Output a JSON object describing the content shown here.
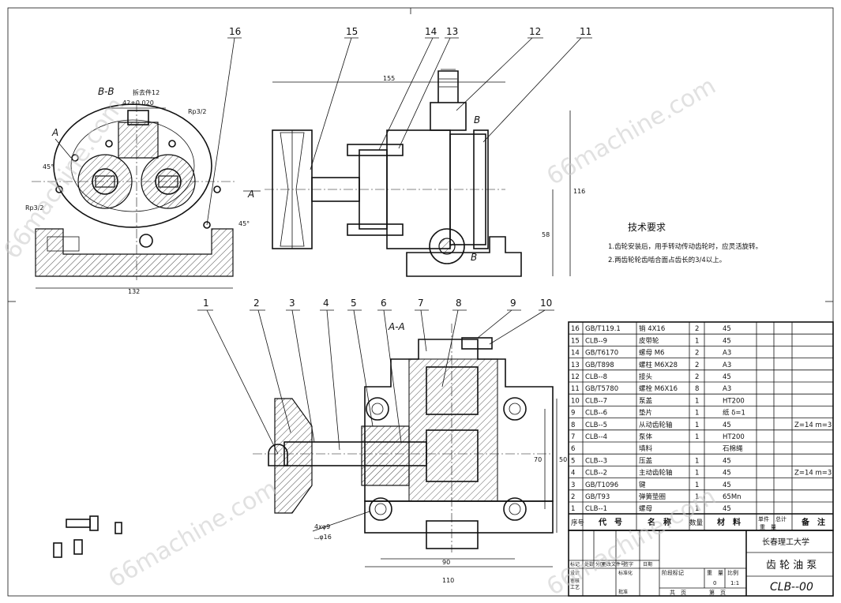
{
  "views": {
    "bb_title": "B-B",
    "bb_remove": "拆去件12",
    "aa_title": "A-A",
    "section_mark_a": "A",
    "section_mark_b": "B"
  },
  "dimensions": {
    "d42": "42±0.020",
    "d45a": "45°",
    "d45b": "45°",
    "d132": "132",
    "d155": "155",
    "d116": "116",
    "d58": "58",
    "d70": "70",
    "d50": "50",
    "d90": "90",
    "d110": "110",
    "holes": "4xφ9",
    "counterbore": "⌴φ16",
    "rp_a": "Rp3/2",
    "rp_b": "Rp3/2"
  },
  "balloons": {
    "b1": "1",
    "b2": "2",
    "b3": "3",
    "b4": "4",
    "b5": "5",
    "b6": "6",
    "b7": "7",
    "b8": "8",
    "b9": "9",
    "b10": "10",
    "b11": "11",
    "b12": "12",
    "b13": "13",
    "b14": "14",
    "b15": "15",
    "b16": "16"
  },
  "tech_req": {
    "title": "技术要求",
    "line1": "1.齿轮安装后，用手转动传动齿轮时，应灵活旋转。",
    "line2": "2.两齿轮轮齿啮合面占齿长的3/4以上。"
  },
  "bom_header": {
    "seq": "序号",
    "code": "代　号",
    "name": "名　称",
    "qty": "数量",
    "material": "材　料",
    "single": "单件",
    "total": "总计",
    "weight": "重　量",
    "remark": "备　注"
  },
  "bom": [
    {
      "no": "16",
      "code": "GB/T119.1",
      "name": "销 4X16",
      "qty": "2",
      "mat": "45",
      "note": ""
    },
    {
      "no": "15",
      "code": "CLB--9",
      "name": "皮带轮",
      "qty": "1",
      "mat": "45",
      "note": ""
    },
    {
      "no": "14",
      "code": "GB/T6170",
      "name": "螺母 M6",
      "qty": "2",
      "mat": "A3",
      "note": ""
    },
    {
      "no": "13",
      "code": "GB/T898",
      "name": "螺柱 M6X28",
      "qty": "2",
      "mat": "A3",
      "note": ""
    },
    {
      "no": "12",
      "code": "CLB--8",
      "name": "接头",
      "qty": "2",
      "mat": "45",
      "note": ""
    },
    {
      "no": "11",
      "code": "GB/T5780",
      "name": "螺栓 M6X16",
      "qty": "8",
      "mat": "A3",
      "note": ""
    },
    {
      "no": "10",
      "code": "CLB--7",
      "name": "泵盖",
      "qty": "1",
      "mat": "HT200",
      "note": ""
    },
    {
      "no": "9",
      "code": "CLB--6",
      "name": "垫片",
      "qty": "1",
      "mat": "纸 δ=1",
      "note": ""
    },
    {
      "no": "8",
      "code": "CLB--5",
      "name": "从动齿轮轴",
      "qty": "1",
      "mat": "45",
      "note": "Z=14 m=3"
    },
    {
      "no": "7",
      "code": "CLB--4",
      "name": "泵体",
      "qty": "1",
      "mat": "HT200",
      "note": ""
    },
    {
      "no": "6",
      "code": "",
      "name": "填料",
      "qty": "",
      "mat": "石棉绳",
      "note": ""
    },
    {
      "no": "5",
      "code": "CLB--3",
      "name": "压盖",
      "qty": "1",
      "mat": "45",
      "note": ""
    },
    {
      "no": "4",
      "code": "CLB--2",
      "name": "主动齿轮轴",
      "qty": "1",
      "mat": "45",
      "note": "Z=14 m=3"
    },
    {
      "no": "3",
      "code": "GB/T1096",
      "name": "键",
      "qty": "1",
      "mat": "45",
      "note": ""
    },
    {
      "no": "2",
      "code": "GB/T93",
      "name": "弹簧垫圈",
      "qty": "1",
      "mat": "65Mn",
      "note": ""
    },
    {
      "no": "1",
      "code": "CLB--1",
      "name": "螺母",
      "qty": "1",
      "mat": "45",
      "note": ""
    }
  ],
  "title_block": {
    "university": "长春理工大学",
    "drawing_name": "齿 轮 油 泵",
    "drawing_no": "CLB--00",
    "mark": "标记",
    "count": "处数",
    "zone": "分区",
    "change_doc": "更改文件号",
    "signature": "签字",
    "date": "日期",
    "design": "设计",
    "standardize": "标准化",
    "review": "审核",
    "process": "工艺",
    "approve": "批准",
    "stage_mark": "阶段标记",
    "weight": "重　量",
    "scale": "比例",
    "scale_val": "1:1",
    "weight_val": "0",
    "sheets": "共　页",
    "sheet_no": "第　页"
  },
  "watermark": "66machine.com"
}
